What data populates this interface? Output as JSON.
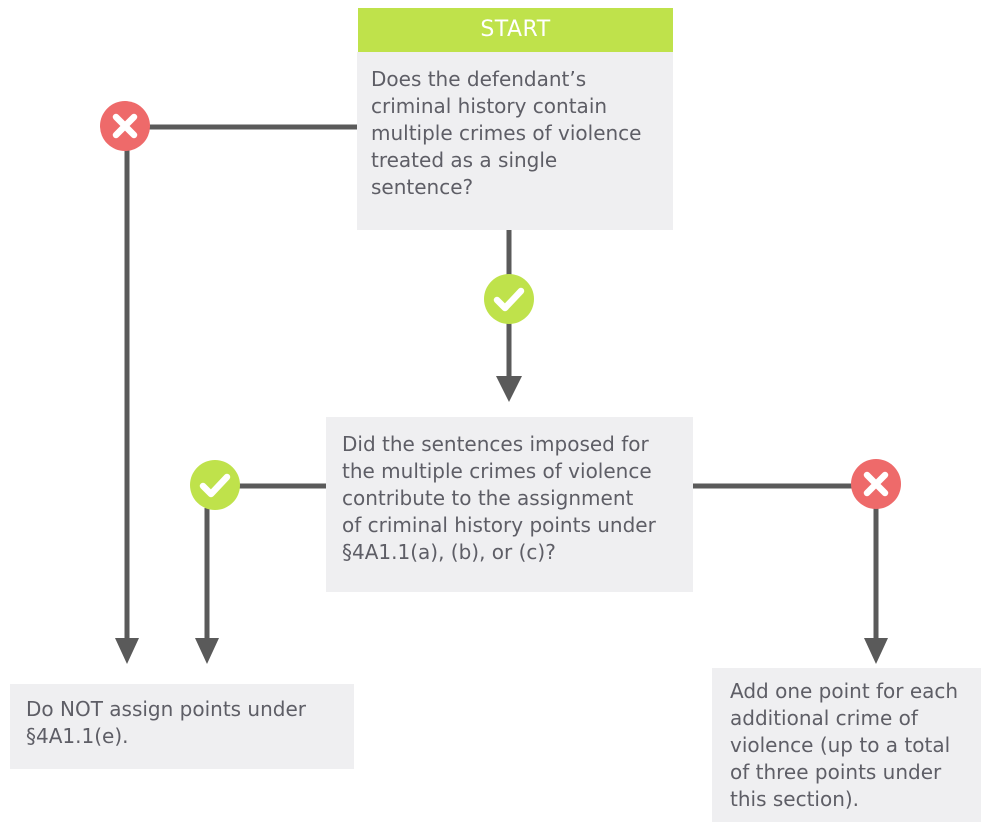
{
  "start": {
    "label": "START"
  },
  "nodes": {
    "q1": "Does the defendant’s\ncriminal history contain\nmultiple crimes of violence\ntreated as a single\nsentence?",
    "q2": "Did the sentences imposed for\nthe multiple crimes of violence\ncontribute to the assignment\nof criminal history points under\n§4A1.1(a), (b), or (c)?",
    "r1": "Do NOT assign points under\n§4A1.1(e).",
    "r2": "Add one point for each\nadditional crime of\nviolence (up to a total\nof three points under\nthis section)."
  },
  "colors": {
    "start": "#bfe24b",
    "yes": "#bfe24b",
    "no": "#ee6a6a",
    "box": "#efeff1",
    "line": "#5a5a5a",
    "text": "#5e5e66"
  },
  "icons": {
    "yes": "checkmark-icon",
    "no": "cross-icon"
  }
}
